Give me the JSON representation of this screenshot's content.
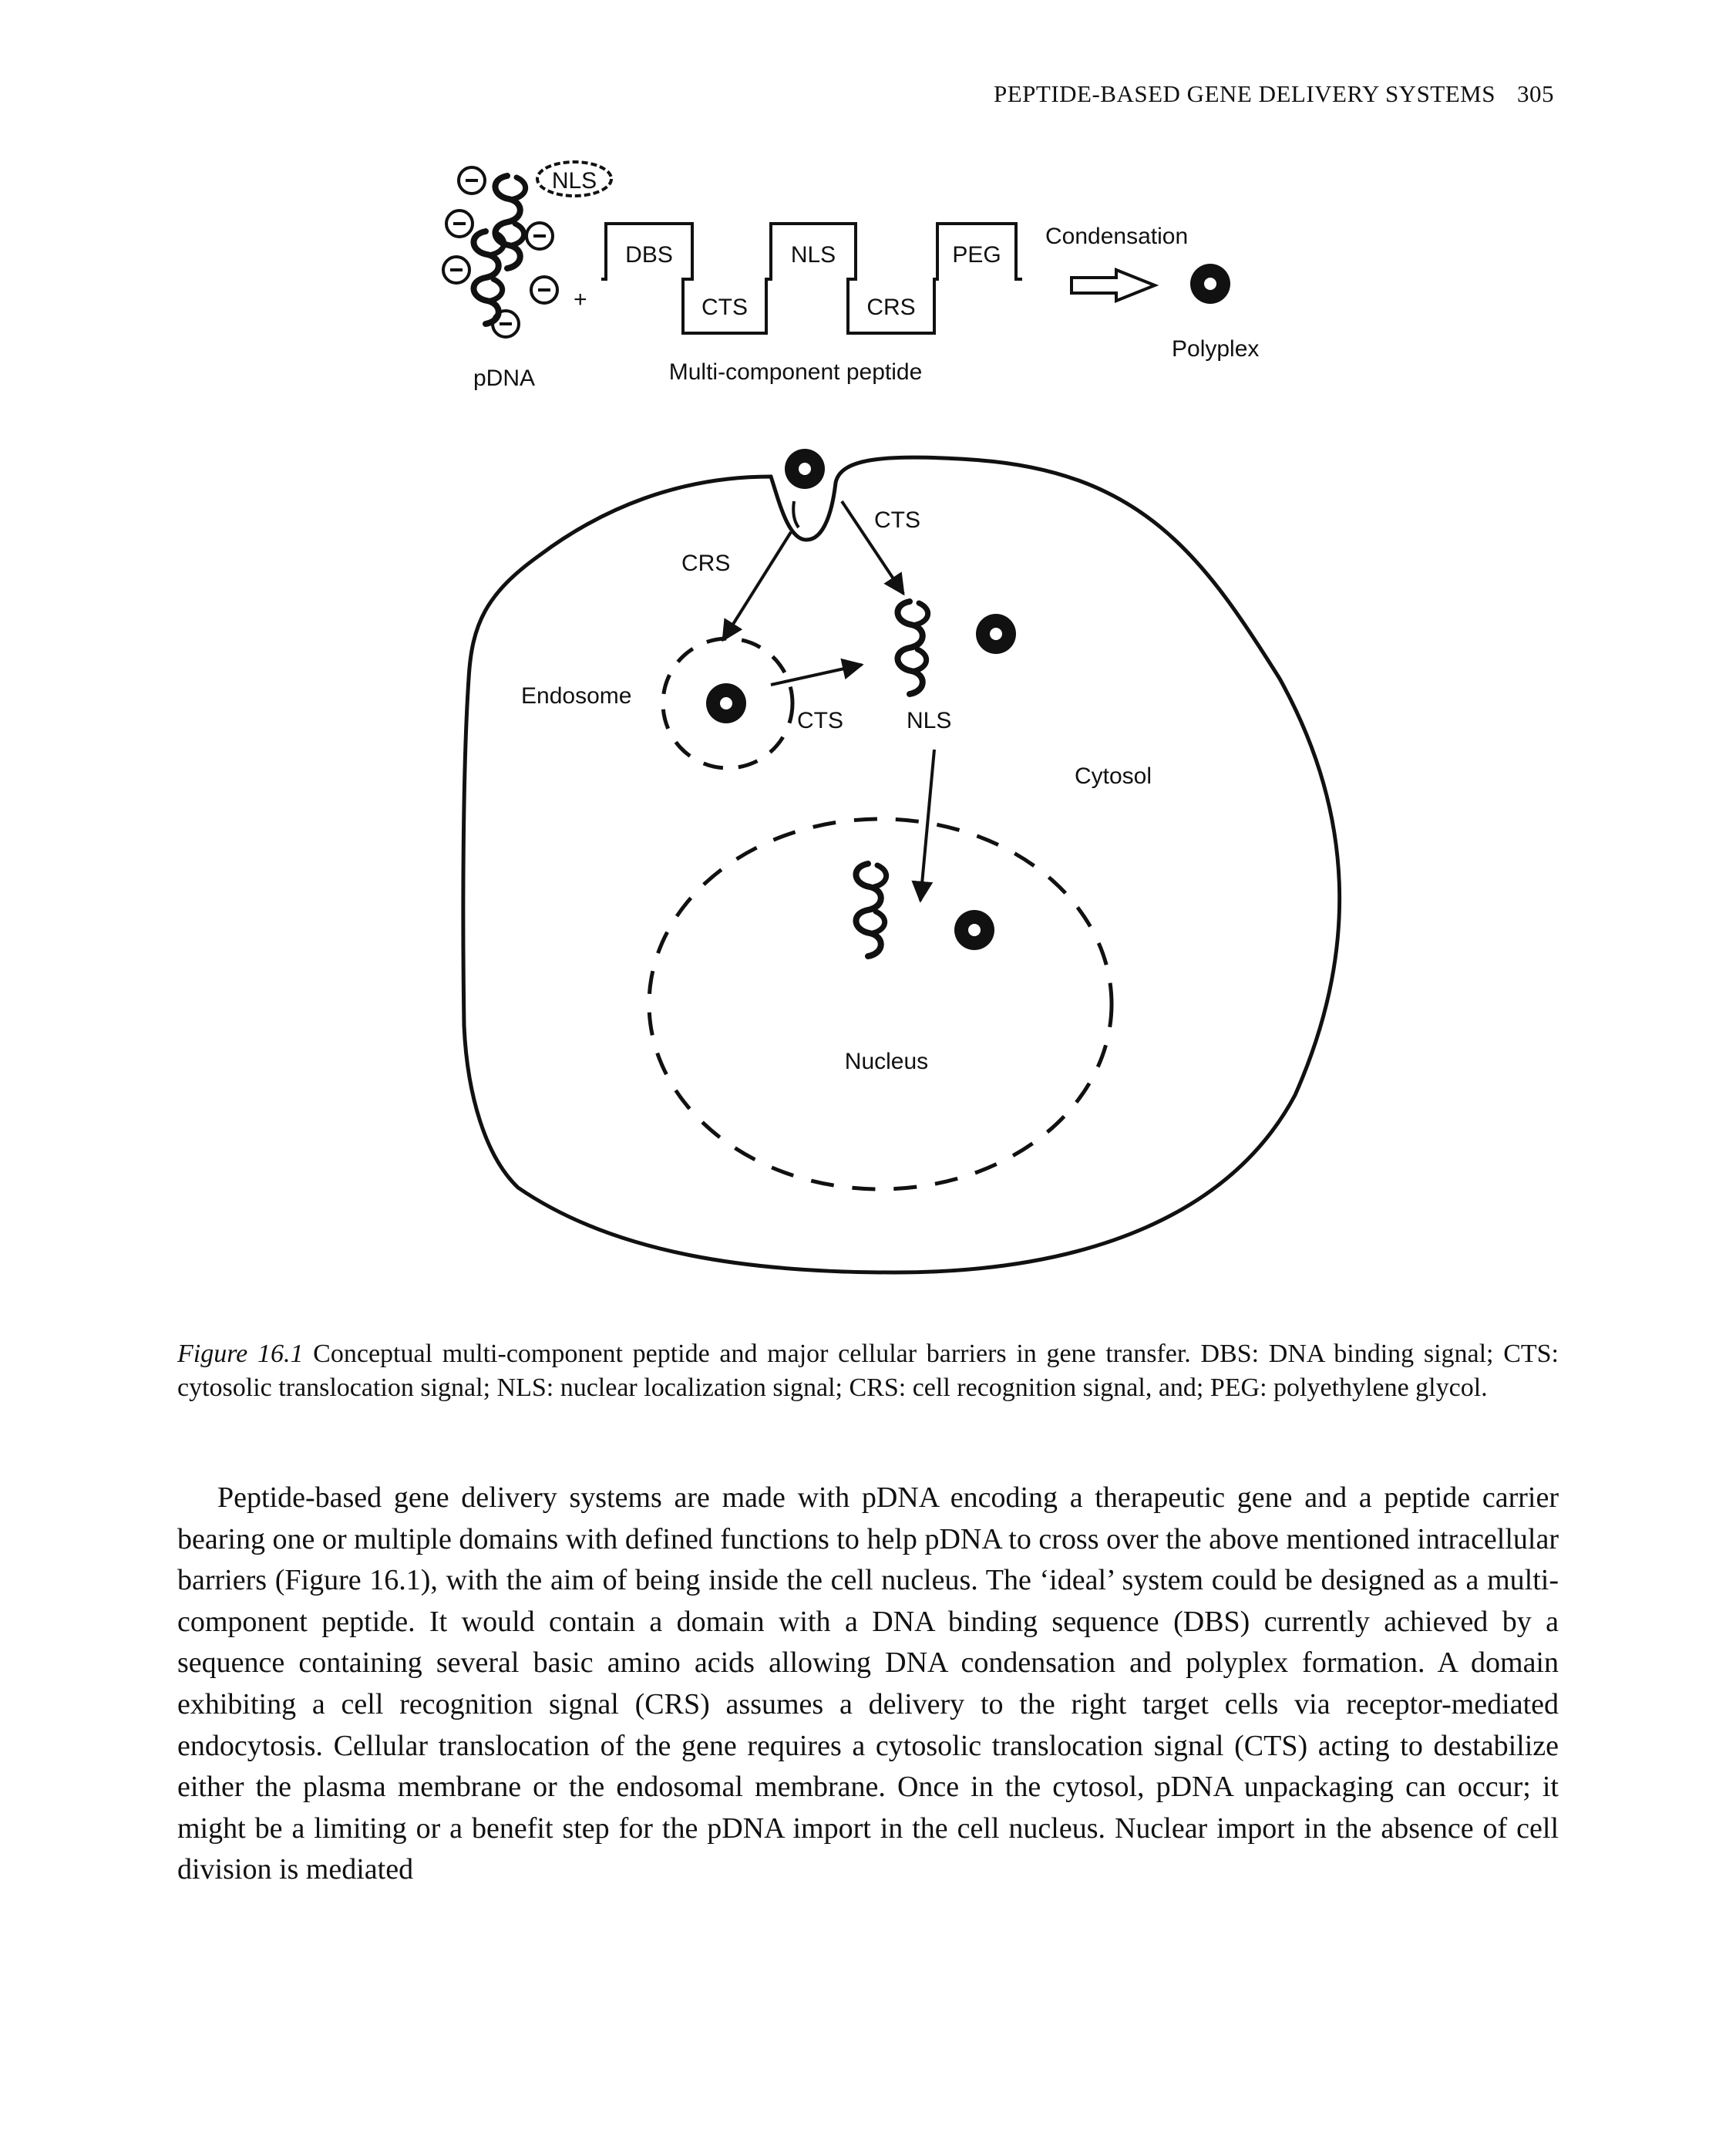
{
  "header": {
    "running_title": "PEPTIDE-BASED GENE DELIVERY SYSTEMS",
    "page_number": "305"
  },
  "figure": {
    "pdna_nls_tag": "NLS",
    "plus_sign": "+",
    "pdna_label": "pDNA",
    "domains_top": [
      "DBS",
      "NLS",
      "PEG"
    ],
    "domains_bottom": [
      "CTS",
      "CRS"
    ],
    "peptide_label": "Multi-component peptide",
    "condensation_label": "Condensation",
    "polyplex_label": "Polyplex",
    "crs_label": "CRS",
    "cts_label_top": "CTS",
    "endosome_label": "Endosome",
    "cts_label_endosome": "CTS",
    "nls_label": "NLS",
    "cytosol_label": "Cytosol",
    "nucleus_label": "Nucleus"
  },
  "caption": {
    "label": "Figure 16.1",
    "text": " Conceptual multi-component peptide and major cellular barriers in gene transfer. DBS: DNA binding signal; CTS: cytosolic translocation signal; NLS: nuclear localization signal; CRS: cell recognition signal, and; PEG: polyethylene glycol."
  },
  "body": {
    "paragraph": "Peptide-based gene delivery systems are made with pDNA encoding a therapeutic gene and a peptide carrier bearing one or multiple domains with defined functions to help pDNA to cross over the above mentioned intracellular barriers (Figure 16.1), with the aim of being inside the cell nucleus. The ‘ideal’ system could be designed as a multi-component peptide. It would contain a domain with a DNA binding sequence (DBS) currently achieved by a sequence containing several basic amino acids allowing DNA condensation and polyplex formation. A domain exhibiting a cell recognition signal (CRS) assumes a delivery to the right target cells via receptor-mediated endocytosis. Cellular translocation of the gene requires a cytosolic translocation signal (CTS) acting to destabilize either the plasma membrane or the endosomal membrane. Once in the cytosol, pDNA unpackaging can occur; it might be a limiting or a benefit step for the pDNA import in the cell nucleus. Nuclear import in the absence of cell division is mediated"
  }
}
